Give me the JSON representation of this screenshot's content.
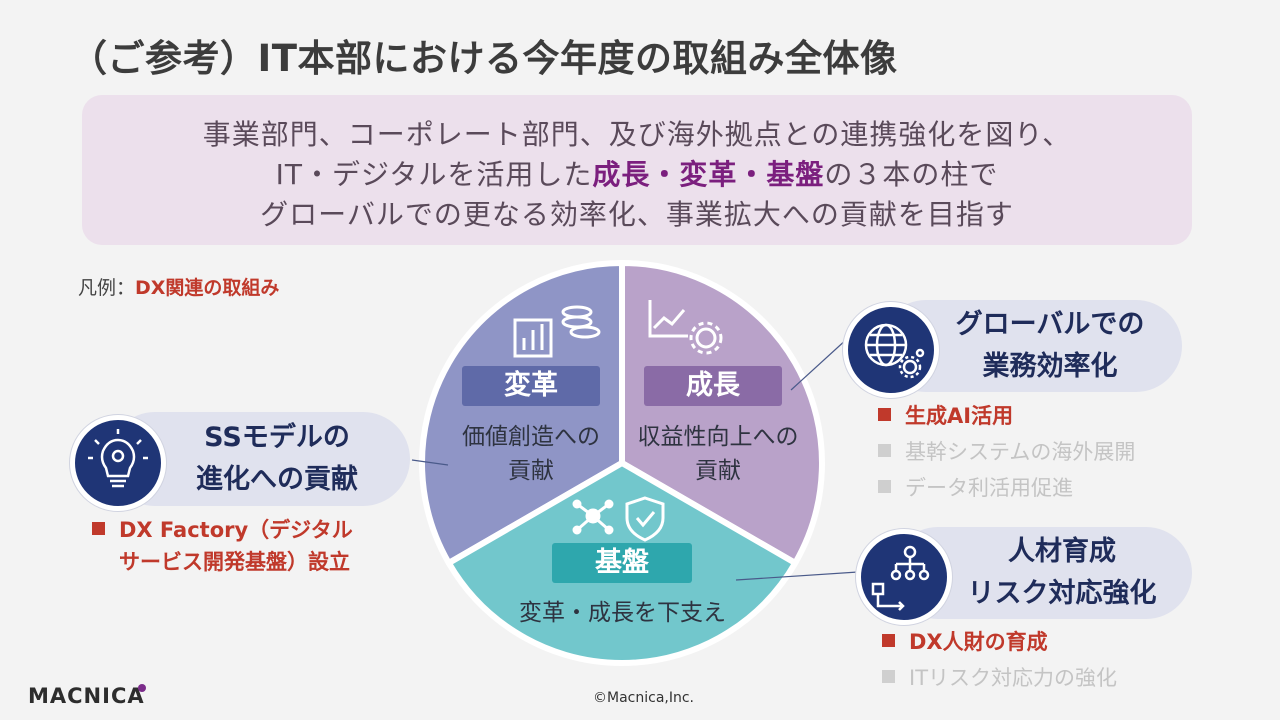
{
  "title": "（ご参考）IT本部における今年度の取組み全体像",
  "banner": {
    "line1": "事業部門、コーポレート部門、及び海外拠点との連携強化を図り、",
    "line2_prefix": "IT・デジタルを活用した",
    "line2_highlight": "成長・変革・基盤",
    "line2_suffix": "の３本の柱で",
    "line3": "グローバルでの更なる効率化、事業拡大への貢献を目指す"
  },
  "legend": {
    "prefix": "凡例：",
    "label": "DX関連の取組み"
  },
  "pie": {
    "henkaku": {
      "label": "変革",
      "body_line1": "価値創造への",
      "body_line2": "貢献",
      "color": "#8f95c6",
      "label_bg": "#5f6aa8",
      "icon": "bar-chart-coins-icon"
    },
    "seichou": {
      "label": "成長",
      "body_line1": "収益性向上への",
      "body_line2": "貢献",
      "color": "#b9a2c9",
      "label_bg": "#8a6ba6",
      "icon": "trend-gear-icon"
    },
    "kiban": {
      "label": "基盤",
      "body": "変革・成長を下支え",
      "color": "#72c7cc",
      "label_bg": "#2ea7ad",
      "icon": "network-shield-icon"
    }
  },
  "left_panel": {
    "title_line1": "SSモデルの",
    "title_line2": "進化への貢献",
    "icon": "lightbulb-gear-icon",
    "bullets": [
      {
        "text": "DX Factory（デジタル",
        "active": true
      },
      {
        "text": "サービス開発基盤）設立",
        "active": true,
        "continuation": true
      }
    ]
  },
  "right_top_panel": {
    "title_line1": "グローバルでの",
    "title_line2": "業務効率化",
    "icon": "globe-gears-icon",
    "bullets": [
      {
        "text": "生成AI活用",
        "active": true
      },
      {
        "text": "基幹システムの海外展開",
        "active": false
      },
      {
        "text": "データ利活用促進",
        "active": false
      }
    ]
  },
  "right_bottom_panel": {
    "title_line1": "人材育成",
    "title_line2": "リスク対応強化",
    "icon": "org-chart-icon",
    "bullets": [
      {
        "text": "DX人財の育成",
        "active": true
      },
      {
        "text": "ITリスク対応力の強化",
        "active": false
      }
    ]
  },
  "footer": {
    "logo": "MACNICA",
    "copyright": "©Macnica,Inc."
  }
}
